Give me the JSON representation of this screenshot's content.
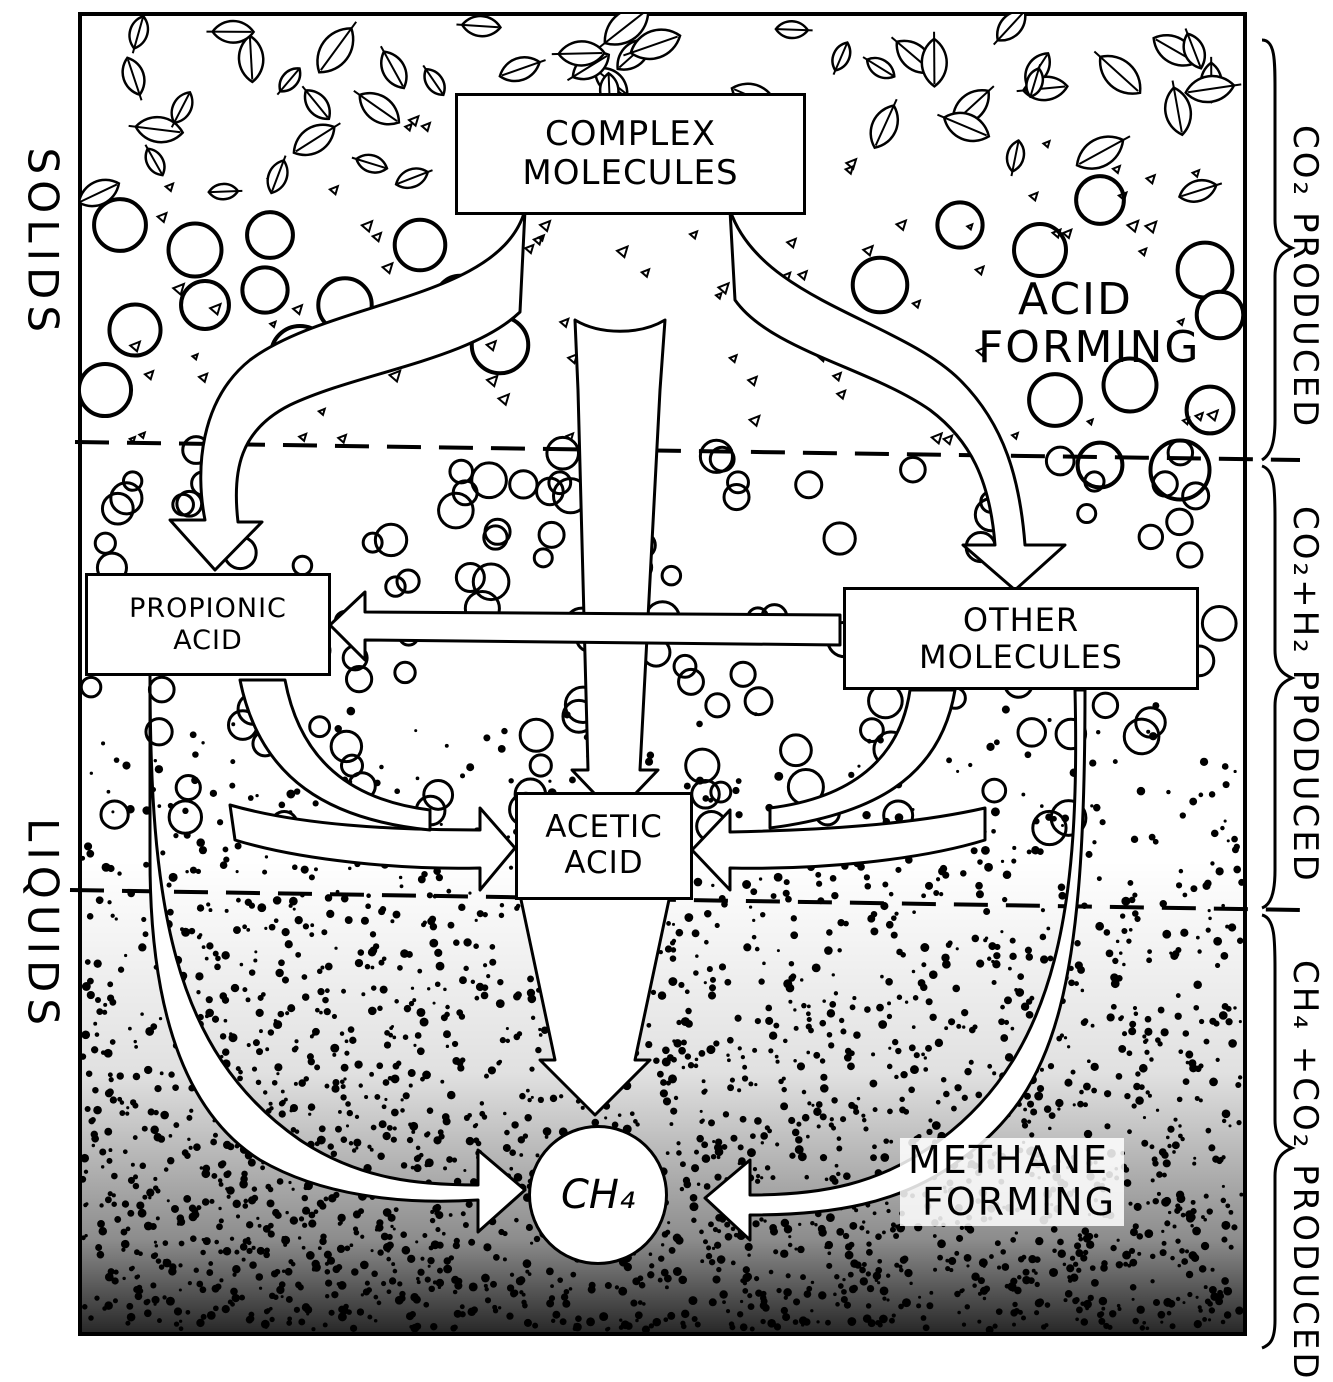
{
  "boxes": {
    "complex_molecules": [
      "COMPLEX",
      "MOLECULES"
    ],
    "propionic_acid": [
      "PROPIONIC",
      "ACID"
    ],
    "other_molecules": [
      "OTHER",
      "MOLECULES"
    ],
    "acetic_acid": [
      "ACETIC",
      "ACID"
    ]
  },
  "ch4": "CH₄",
  "zones": {
    "acid_forming": [
      "ACID",
      "FORMING"
    ],
    "methane_forming": [
      "METHANE",
      "FORMING"
    ]
  },
  "phases": {
    "solids": "SOLIDS",
    "liquids": "LIQUIDS"
  },
  "products": {
    "top": "CO₂ PRODUCED",
    "middle": "CO₂+H₂ PPODUCED",
    "bottom": "CH₄ +CO₂ PRODUCED"
  },
  "colors": {
    "ink": "#000000",
    "paper": "#ffffff"
  }
}
